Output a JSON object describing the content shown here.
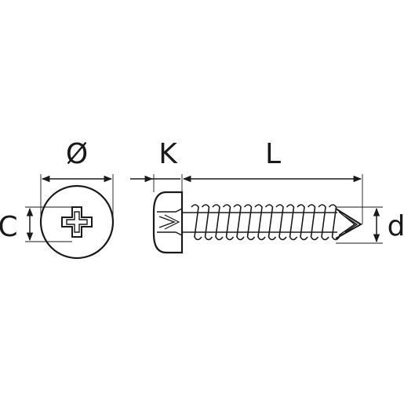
{
  "labels": {
    "diameter": "Ø",
    "head_height": "K",
    "length": "L",
    "cross_depth": "C",
    "thread_diameter": "d"
  }
}
